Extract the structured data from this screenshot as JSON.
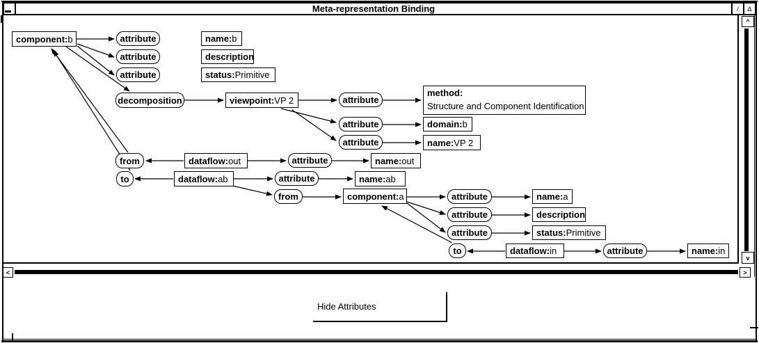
{
  "window": {
    "title": "Meta-representation Binding",
    "controls": {
      "resize_label": "/",
      "iconify_label": "Δ"
    }
  },
  "scrollbars": {
    "vertical": {
      "up": "^",
      "down": "v"
    },
    "horizontal": {
      "left": "<",
      "right": ">"
    }
  },
  "panel": {
    "hide_attributes_label": "Hide Attributes"
  },
  "diagram": {
    "nodes": {
      "component_b": {
        "label": "component:",
        "value": " b"
      },
      "attr_b1": {
        "label": "attribute"
      },
      "name_b": {
        "label": "name:",
        "value": " b"
      },
      "attr_b2": {
        "label": "attribute"
      },
      "description_b": {
        "label": "description"
      },
      "attr_b3": {
        "label": "attribute"
      },
      "status_b": {
        "label": "status:",
        "value": " Primitive"
      },
      "decomposition": {
        "label": "decomposition"
      },
      "viewpoint_vp2": {
        "label": "viewpoint:",
        "value": " VP 2"
      },
      "attr_v1": {
        "label": "attribute"
      },
      "method": {
        "label": "method:",
        "value": "Structure and Component Identification"
      },
      "attr_v2": {
        "label": "attribute"
      },
      "domain_b": {
        "label": "domain:",
        "value": " b"
      },
      "attr_v3": {
        "label": "attribute"
      },
      "name_vp2": {
        "label": "name:",
        "value": " VP 2"
      },
      "from1": {
        "label": "from"
      },
      "dataflow_out": {
        "label": "dataflow:",
        "value": " out"
      },
      "attr_out": {
        "label": "attribute"
      },
      "name_out": {
        "label": "name:",
        "value": " out"
      },
      "to1": {
        "label": "to"
      },
      "dataflow_ab": {
        "label": "dataflow:",
        "value": " ab"
      },
      "attr_ab": {
        "label": "attribute"
      },
      "name_ab": {
        "label": "name:",
        "value": " ab"
      },
      "from2": {
        "label": "from"
      },
      "component_a": {
        "label": "component:",
        "value": " a"
      },
      "attr_a1": {
        "label": "attribute"
      },
      "name_a": {
        "label": "name:",
        "value": " a"
      },
      "attr_a2": {
        "label": "attribute"
      },
      "description_a": {
        "label": "description"
      },
      "attr_a3": {
        "label": "attribute"
      },
      "status_a": {
        "label": "status:",
        "value": " Primitive"
      },
      "to2": {
        "label": "to"
      },
      "dataflow_in": {
        "label": "dataflow:",
        "value": " in"
      },
      "attr_in": {
        "label": "attribute"
      },
      "name_in": {
        "label": "name:",
        "value": " in"
      }
    }
  }
}
